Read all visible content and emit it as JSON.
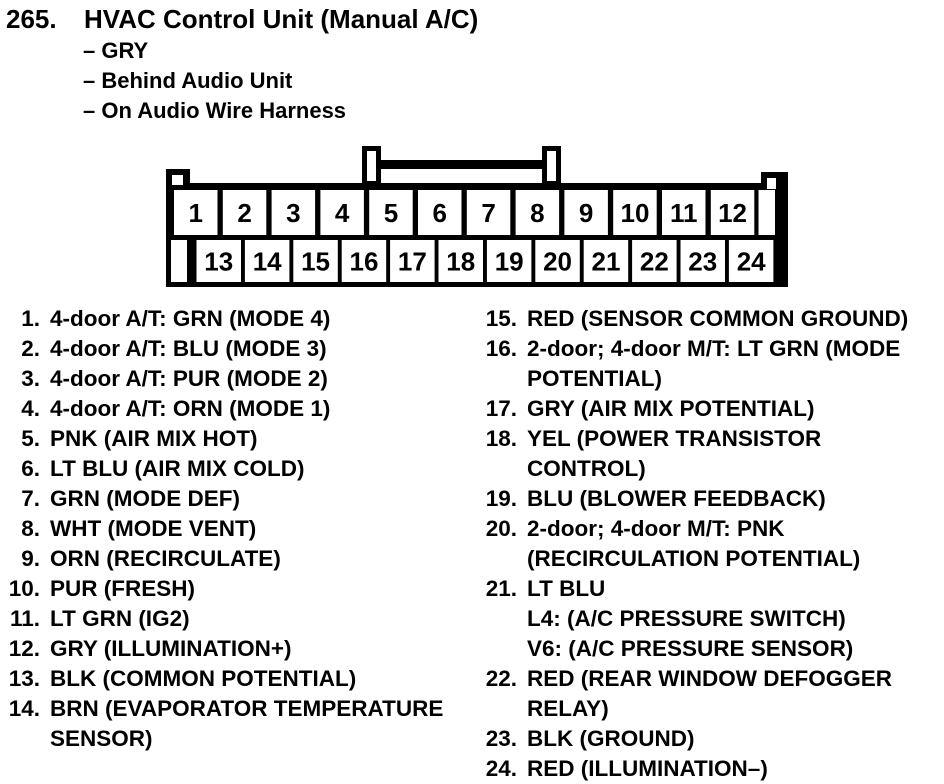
{
  "page": {
    "section_number": "265.",
    "title": "HVAC Control Unit (Manual A/C)",
    "attributes": [
      "– GRY",
      "– Behind Audio Unit",
      "– On Audio Wire Harness"
    ]
  },
  "connector": {
    "top_row_pins": [
      "1",
      "2",
      "3",
      "4",
      "5",
      "6",
      "7",
      "8",
      "9",
      "10",
      "11",
      "12"
    ],
    "bottom_row_pins": [
      "13",
      "14",
      "15",
      "16",
      "17",
      "18",
      "19",
      "20",
      "21",
      "22",
      "23",
      "24"
    ]
  },
  "pin_descriptions": {
    "left_column": [
      {
        "num": "1.",
        "lines": [
          "4-door A/T: GRN (MODE 4)"
        ]
      },
      {
        "num": "2.",
        "lines": [
          "4-door A/T: BLU (MODE 3)"
        ]
      },
      {
        "num": "3.",
        "lines": [
          "4-door A/T: PUR (MODE 2)"
        ]
      },
      {
        "num": "4.",
        "lines": [
          "4-door A/T: ORN (MODE 1)"
        ]
      },
      {
        "num": "5.",
        "lines": [
          "PNK (AIR MIX HOT)"
        ]
      },
      {
        "num": "6.",
        "lines": [
          "LT BLU (AIR MIX COLD)"
        ]
      },
      {
        "num": "7.",
        "lines": [
          "GRN (MODE DEF)"
        ]
      },
      {
        "num": "8.",
        "lines": [
          "WHT (MODE VENT)"
        ]
      },
      {
        "num": "9.",
        "lines": [
          "ORN (RECIRCULATE)"
        ]
      },
      {
        "num": "10.",
        "lines": [
          "PUR (FRESH)"
        ]
      },
      {
        "num": "11.",
        "lines": [
          "LT GRN (IG2)"
        ]
      },
      {
        "num": "12.",
        "lines": [
          "GRY (ILLUMINATION+)"
        ]
      },
      {
        "num": "13.",
        "lines": [
          "BLK (COMMON POTENTIAL)"
        ]
      },
      {
        "num": "14.",
        "lines": [
          "BRN (EVAPORATOR TEMPERATURE",
          "SENSOR)"
        ]
      }
    ],
    "right_column": [
      {
        "num": "15.",
        "lines": [
          "RED (SENSOR COMMON GROUND)"
        ]
      },
      {
        "num": "16.",
        "lines": [
          "2-door; 4-door M/T: LT GRN (MODE",
          "POTENTIAL)"
        ]
      },
      {
        "num": "17.",
        "lines": [
          "GRY (AIR MIX POTENTIAL)"
        ]
      },
      {
        "num": "18.",
        "lines": [
          "YEL (POWER TRANSISTOR",
          "CONTROL)"
        ]
      },
      {
        "num": "19.",
        "lines": [
          "BLU (BLOWER FEEDBACK)"
        ]
      },
      {
        "num": "20.",
        "lines": [
          "2-door; 4-door M/T: PNK",
          "(RECIRCULATION POTENTIAL)"
        ]
      },
      {
        "num": "21.",
        "lines": [
          "LT BLU",
          "L4: (A/C PRESSURE SWITCH)",
          "V6: (A/C PRESSURE SENSOR)"
        ]
      },
      {
        "num": "22.",
        "lines": [
          "RED (REAR WINDOW DEFOGGER",
          "RELAY)"
        ]
      },
      {
        "num": "23.",
        "lines": [
          "BLK (GROUND)"
        ]
      },
      {
        "num": "24.",
        "lines": [
          "RED (ILLUMINATION–)"
        ]
      }
    ]
  },
  "colors": {
    "ink": "#000000",
    "paper": "#ffffff"
  }
}
